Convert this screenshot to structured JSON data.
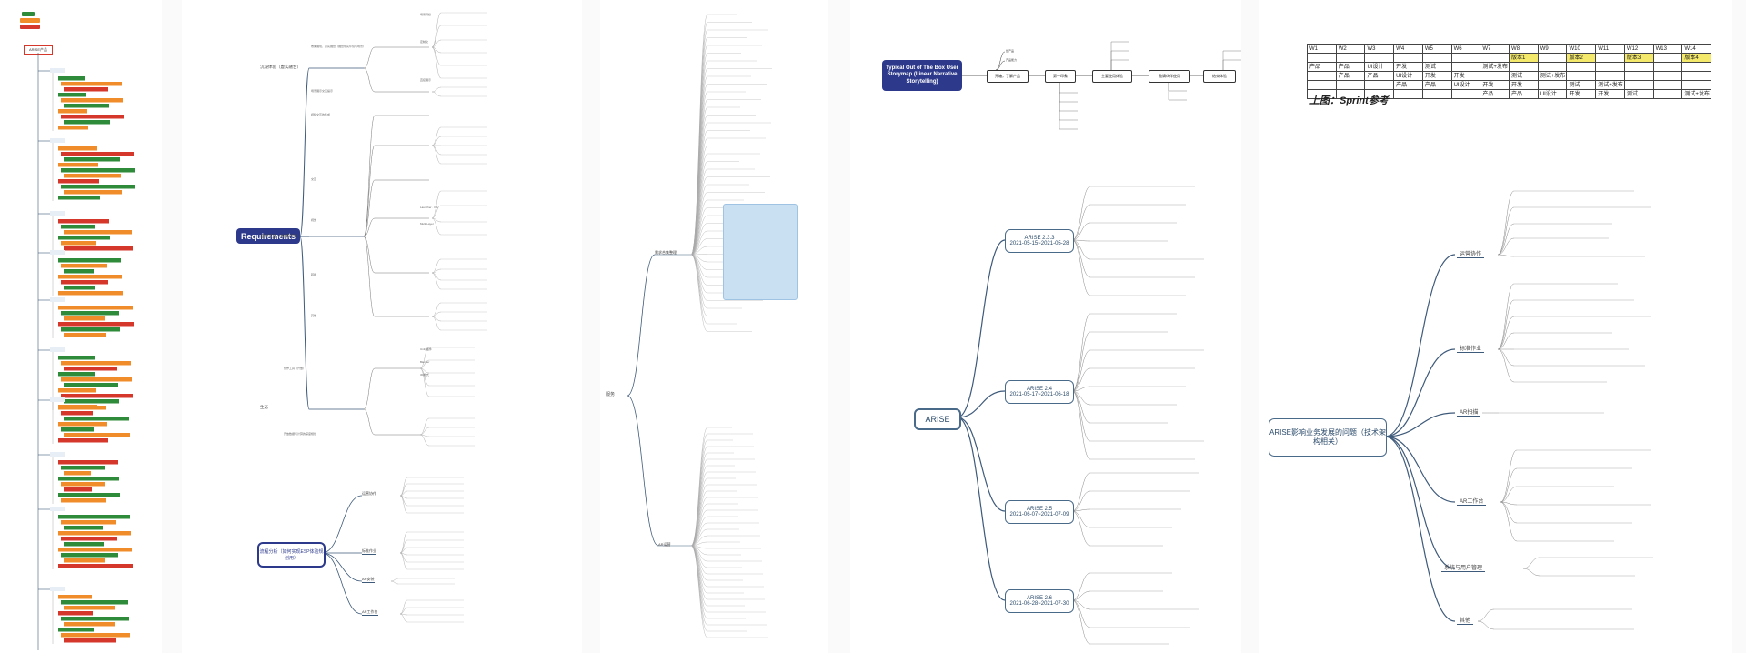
{
  "left_panel": {
    "root": "ARISE产品",
    "top_badges": [
      "",
      "",
      ""
    ]
  },
  "requirements": {
    "root": "Requirements",
    "branches": [
      {
        "label": "沉浸体验（虚实融合）",
        "sub": [
          "效果展现、虚实融合（融合现实环境与场景）",
          "场景展示交互提示"
        ]
      },
      {
        "label": "自然交互（触摸识别）",
        "sub": [
          "视频交互的集成",
          "交互",
          "视觉",
          "转换",
          "其他"
        ]
      },
      {
        "label": "生态",
        "sub": [
          "创作工具（开放）",
          "开放数据与计算的深度规划"
        ]
      }
    ],
    "leaf_samples": [
      "场景持续",
      "定制化",
      "直接展示",
      "Launcher · OS",
      "Multi-Layer",
      "Unity插件",
      "Blender",
      "3D格式"
    ]
  },
  "flow_analysis": {
    "root": "流程分析（如何实现ESP体验规划用）",
    "children": [
      "运营协作",
      "标准作业",
      "AR安装",
      "AR工作台"
    ]
  },
  "middle": {
    "left_root": "服务",
    "children": [
      "需求合集整理",
      "AR运营"
    ]
  },
  "storymap": {
    "root": "Typical Out of The Box User Storymap (Linear Narrative Storytelling)",
    "steps": [
      "开箱，了解产品",
      "第一印象",
      "主要使用体验",
      "邀请伙伴使用",
      "结束体验"
    ],
    "left_children": [
      "给产品",
      "产品能力"
    ]
  },
  "arise": {
    "root": "ARISE",
    "releases": [
      {
        "name": "ARISE 2.3.3",
        "dates": "2021-05-15~2021-05-28"
      },
      {
        "name": "ARISE 2.4",
        "dates": "2021-05-17~2021-06-18"
      },
      {
        "name": "ARISE 2.5",
        "dates": "2021-06-07~2021-07-09"
      },
      {
        "name": "ARISE 2.6",
        "dates": "2021-06-28~2021-07-30"
      }
    ]
  },
  "sprint": {
    "caption": "上图：Sprint参考",
    "weeks": [
      "W1",
      "W2",
      "W3",
      "W4",
      "W5",
      "W6",
      "W7",
      "W8",
      "W9",
      "W10",
      "W11",
      "W12",
      "W13",
      "W14"
    ],
    "rows": [
      [
        "",
        "",
        "",
        "",
        "",
        "",
        "",
        "版本1",
        "",
        "版本2",
        "",
        "版本3",
        "",
        "版本4"
      ],
      [
        "产品",
        "产品",
        "UI设计",
        "开发",
        "测试",
        "",
        "测试+发布",
        "",
        "",
        "",
        "",
        "",
        "",
        ""
      ],
      [
        "",
        "产品",
        "产品",
        "UI设计",
        "开发",
        "开发",
        "",
        "测试",
        "测试+发布",
        "",
        "",
        "",
        "",
        ""
      ],
      [
        "",
        "",
        "",
        "产品",
        "产品",
        "UI设计",
        "开发",
        "开发",
        "",
        "测试",
        "测试+发布",
        "",
        "",
        ""
      ],
      [
        "",
        "",
        "",
        "",
        "",
        "",
        "产品",
        "产品",
        "UI设计",
        "开发",
        "开发",
        "测试",
        "",
        "测试+发布"
      ]
    ],
    "highlight_color": "#f4e96a"
  },
  "influence": {
    "root": "ARISE影响业务发展的问题（技术架构相关）",
    "branches": [
      "运营协作",
      "标准作业",
      "AR扫描",
      "AR工作台",
      "系统与用户管理",
      "其他"
    ]
  },
  "colors": {
    "navy": "#2d3a8c",
    "dark_blue": "#3e5a7a",
    "orange": "#f08c2a",
    "red": "#d6372b",
    "green": "#2e8b3a",
    "light_blue": "#c9dff2"
  }
}
